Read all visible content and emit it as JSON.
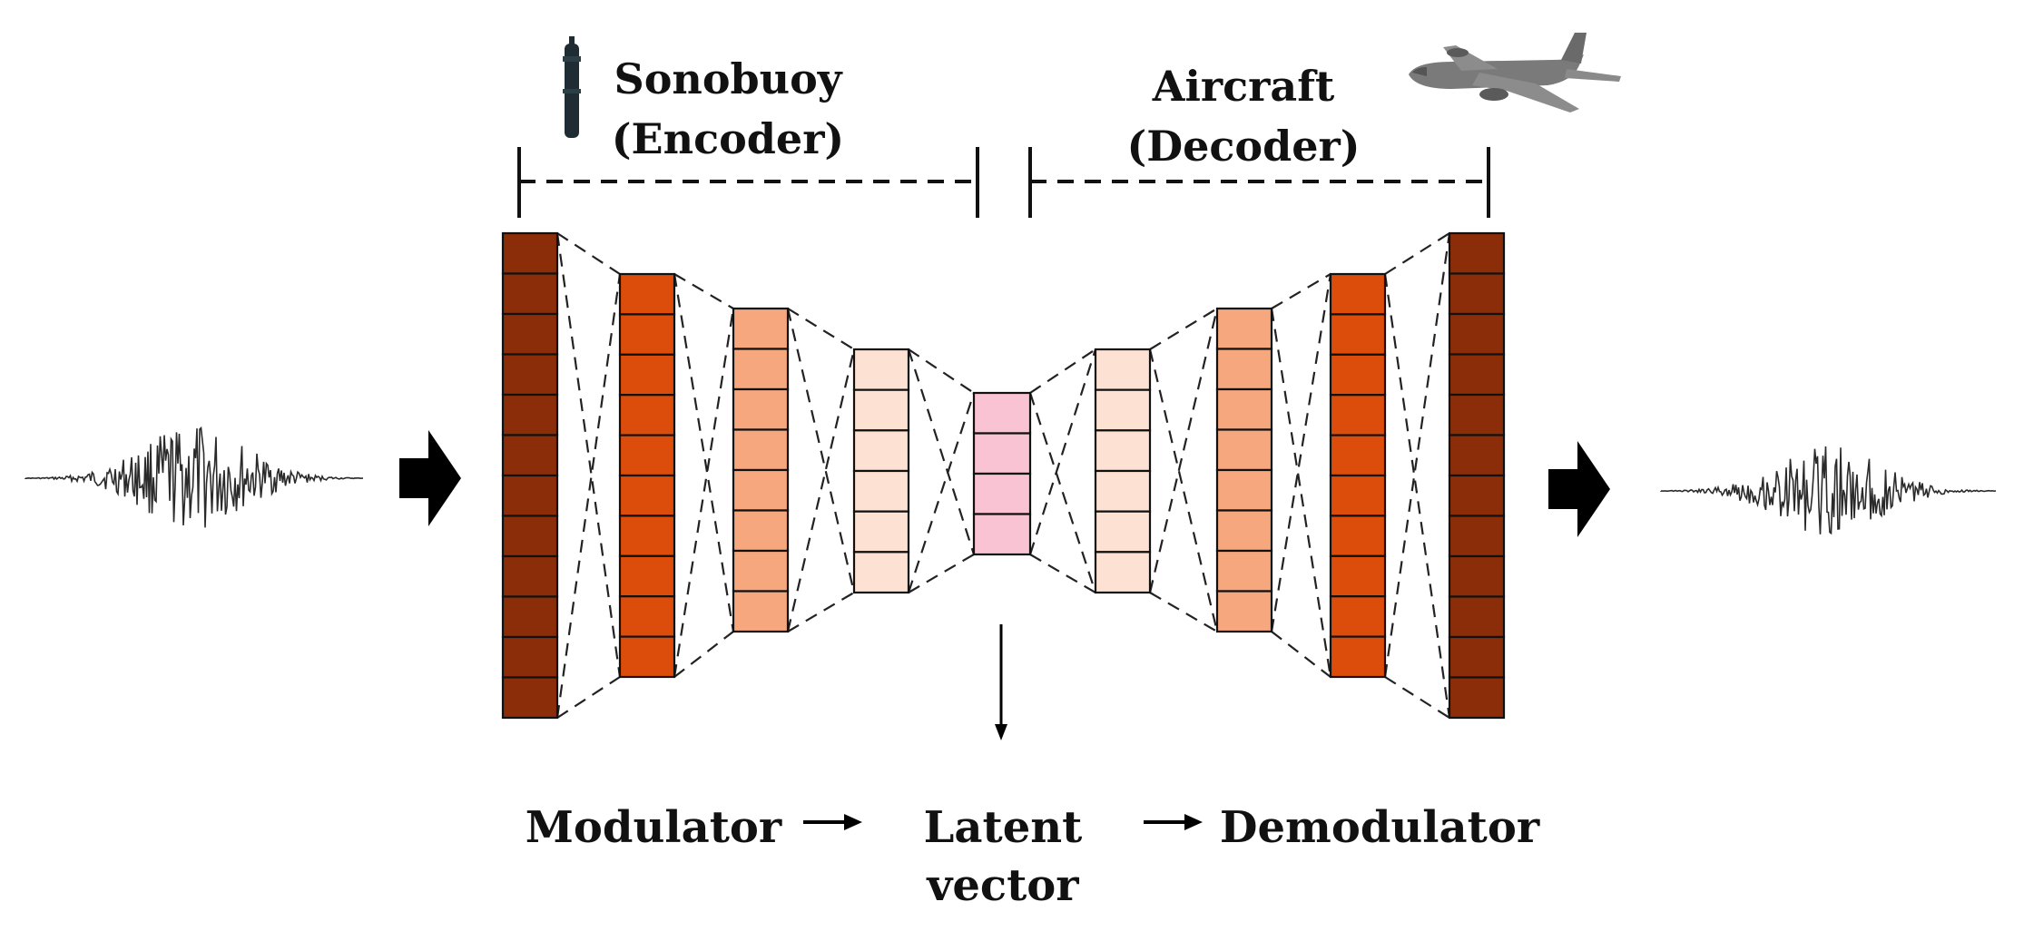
{
  "encoder": {
    "title": "Sonobuoy",
    "subtitle": "(Encoder)"
  },
  "decoder": {
    "title": "Aircraft",
    "subtitle": "(Decoder)"
  },
  "pipeline": {
    "modulator": "Modulator",
    "latent_line1": "Latent",
    "latent_line2": "vector",
    "demodulator": "Demodulator"
  },
  "layers": [
    {
      "cells": 12,
      "color": "#8b2d08",
      "role": "input"
    },
    {
      "cells": 10,
      "color": "#dc4d0c",
      "role": "encoder-hidden-1"
    },
    {
      "cells": 8,
      "color": "#f7a77e",
      "role": "encoder-hidden-2"
    },
    {
      "cells": 6,
      "color": "#fde1d2",
      "role": "encoder-hidden-3"
    },
    {
      "cells": 4,
      "color": "#f9c3d3",
      "role": "latent"
    },
    {
      "cells": 6,
      "color": "#fde1d2",
      "role": "decoder-hidden-1"
    },
    {
      "cells": 8,
      "color": "#f7a77e",
      "role": "decoder-hidden-2"
    },
    {
      "cells": 10,
      "color": "#dc4d0c",
      "role": "decoder-hidden-3"
    },
    {
      "cells": 12,
      "color": "#8b2d08",
      "role": "output"
    }
  ],
  "icons": {
    "sonobuoy": "sonobuoy-icon",
    "aircraft": "aircraft-icon",
    "input_signal": "waveform-icon",
    "output_signal": "waveform-icon"
  }
}
